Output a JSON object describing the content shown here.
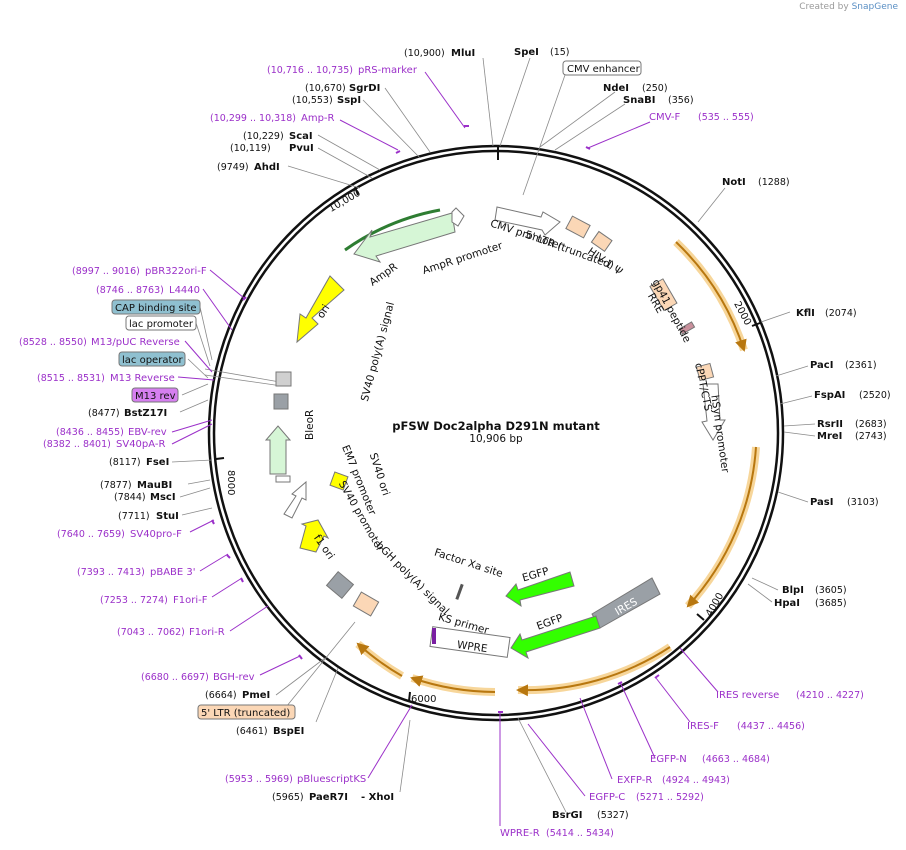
{
  "credit": {
    "prefix": "Created by",
    "brand": "SnapGene"
  },
  "plasmid": {
    "name": "pFSW Doc2alpha D291N mutant",
    "size": "10,906 bp",
    "length": 10906
  },
  "colors": {
    "enzyme": "#111111",
    "primer": "#9b30c9",
    "feature_orange": "#f3a63b",
    "backbone": "#111111"
  },
  "enzymes": [
    {
      "name": "MluI",
      "pos": "(10,900)",
      "bp": 10900
    },
    {
      "name": "SpeI",
      "pos": "(15)",
      "bp": 15
    },
    {
      "name": "NdeI",
      "pos": "(250)",
      "bp": 250
    },
    {
      "name": "SnaBI",
      "pos": "(356)",
      "bp": 356
    },
    {
      "name": "NotI",
      "pos": "(1288)",
      "bp": 1288
    },
    {
      "name": "KflI",
      "pos": "(2074)",
      "bp": 2074
    },
    {
      "name": "PacI",
      "pos": "(2361)",
      "bp": 2361
    },
    {
      "name": "FspAI",
      "pos": "(2520)",
      "bp": 2520
    },
    {
      "name": "RsrII",
      "pos": "(2683)",
      "bp": 2683
    },
    {
      "name": "MreI",
      "pos": "(2743)",
      "bp": 2743
    },
    {
      "name": "PasI",
      "pos": "(3103)",
      "bp": 3103
    },
    {
      "name": "BlpI",
      "pos": "(3605)",
      "bp": 3605
    },
    {
      "name": "HpaI",
      "pos": "(3685)",
      "bp": 3685
    },
    {
      "name": "BsrGI",
      "pos": "(5327)",
      "bp": 5327
    },
    {
      "name": "PaeR7I",
      "pos": "(5965)",
      "bp": 5965
    },
    {
      "name": "BspEI",
      "pos": "(6461)",
      "bp": 6461
    },
    {
      "name": "PmeI",
      "pos": "(6664)",
      "bp": 6664
    },
    {
      "name": "StuI",
      "pos": "(7711)",
      "bp": 7711
    },
    {
      "name": "MscI",
      "pos": "(7844)",
      "bp": 7844
    },
    {
      "name": "MauBI",
      "pos": "(7877)",
      "bp": 7877
    },
    {
      "name": "FseI",
      "pos": "(8117)",
      "bp": 8117
    },
    {
      "name": "BstZ17I",
      "pos": "(8477)",
      "bp": 8477
    },
    {
      "name": "AhdI",
      "pos": "(9749)",
      "bp": 9749
    },
    {
      "name": "PvuI",
      "pos": "(10,119)",
      "bp": 10119
    },
    {
      "name": "ScaI",
      "pos": "(10,229)",
      "bp": 10229
    },
    {
      "name": "SspI",
      "pos": "(10,553)",
      "bp": 10553
    },
    {
      "name": "SgrDI",
      "pos": "(10,670)",
      "bp": 10670
    }
  ],
  "xhoi": "- XhoI",
  "primers": [
    {
      "name": "pRS-marker",
      "range": "(10,716 .. 10,735)"
    },
    {
      "name": "Amp-R",
      "range": "(10,299 .. 10,318)"
    },
    {
      "name": "CMV-F",
      "range": "(535 .. 555)"
    },
    {
      "name": "pBR322ori-F",
      "range": "(8997 .. 9016)"
    },
    {
      "name": "L4440",
      "range": "(8746 .. 8763)"
    },
    {
      "name": "M13/pUC Reverse",
      "range": "(8528 .. 8550)"
    },
    {
      "name": "M13 Reverse",
      "range": "(8515 .. 8531)"
    },
    {
      "name": "EBV-rev",
      "range": "(8436 .. 8455)"
    },
    {
      "name": "SV40pA-R",
      "range": "(8382 .. 8401)"
    },
    {
      "name": "SV40pro-F",
      "range": "(7640 .. 7659)"
    },
    {
      "name": "pBABE 3'",
      "range": "(7393 .. 7413)"
    },
    {
      "name": "F1ori-F",
      "range": "(7253 .. 7274)"
    },
    {
      "name": "F1ori-R",
      "range": "(7043 .. 7062)"
    },
    {
      "name": "BGH-rev",
      "range": "(6680 .. 6697)"
    },
    {
      "name": "pBluescriptKS",
      "range": "(5953 .. 5969)"
    },
    {
      "name": "WPRE-R",
      "range": "(5414 .. 5434)"
    },
    {
      "name": "EGFP-C",
      "range": "(5271 .. 5292)"
    },
    {
      "name": "EXFP-R",
      "range": "(4924 .. 4943)"
    },
    {
      "name": "EGFP-N",
      "range": "(4663 .. 4684)"
    },
    {
      "name": "IRES-F",
      "range": "(4437 .. 4456)"
    },
    {
      "name": "IRES reverse",
      "range": "(4210 .. 4227)"
    }
  ],
  "boxed_labels": {
    "cmv_enhancer": "CMV enhancer",
    "cap_binding": "CAP binding site",
    "lac_promoter": "lac promoter",
    "lac_operator": "lac operator",
    "m13_rev": "M13 rev",
    "ltr_truncated": "5' LTR (truncated)"
  },
  "features": {
    "cmv_promoter": "CMV promoter",
    "ltr5": "5' LTR (truncated)",
    "hiv_psi": "HIV-1 Ψ",
    "rre": "RRE",
    "gp41": "gp41 peptide",
    "cppt": "cPPT/CTS",
    "hsyn": "hSyn promoter",
    "ampr": "AmpR",
    "ampr_promoter": "AmpR promoter",
    "ori": "ori",
    "sv40_polya": "SV40 poly(A) signal",
    "bleor": "BleoR",
    "em7": "EM7 promoter",
    "sv40_promoter": "SV40 promoter",
    "sv40_ori": "SV40 ori",
    "f1_ori": "f1 ori",
    "bgh": "bGH poly(A) signal",
    "factor_xa": "Factor Xa site",
    "egfp1": "EGFP",
    "egfp2": "EGFP",
    "ires": "IRES",
    "ks_primer": "KS primer",
    "wpre": "WPRE"
  },
  "ticks": {
    "t2000": "2000",
    "t4000": "4000",
    "t6000": "6000",
    "t8000": "8000",
    "t10000": "10,000"
  }
}
